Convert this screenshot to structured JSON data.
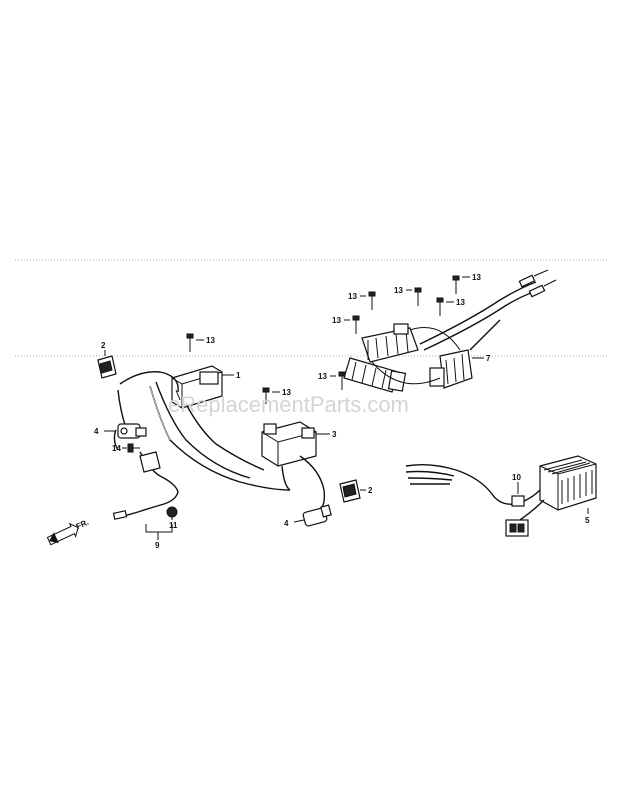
{
  "watermark": "eReplacementParts.com",
  "front_label": "FR.",
  "callouts": {
    "c1": "1",
    "c2a": "2",
    "c2b": "2",
    "c3": "3",
    "c4a": "4",
    "c4b": "4",
    "c5": "5",
    "c7": "7",
    "c9": "9",
    "c10": "10",
    "c11": "11",
    "c13a": "13",
    "c13b": "13",
    "c13c": "13",
    "c13d": "13",
    "c13e": "13",
    "c13f": "13",
    "c13g": "13",
    "c14": "14"
  }
}
